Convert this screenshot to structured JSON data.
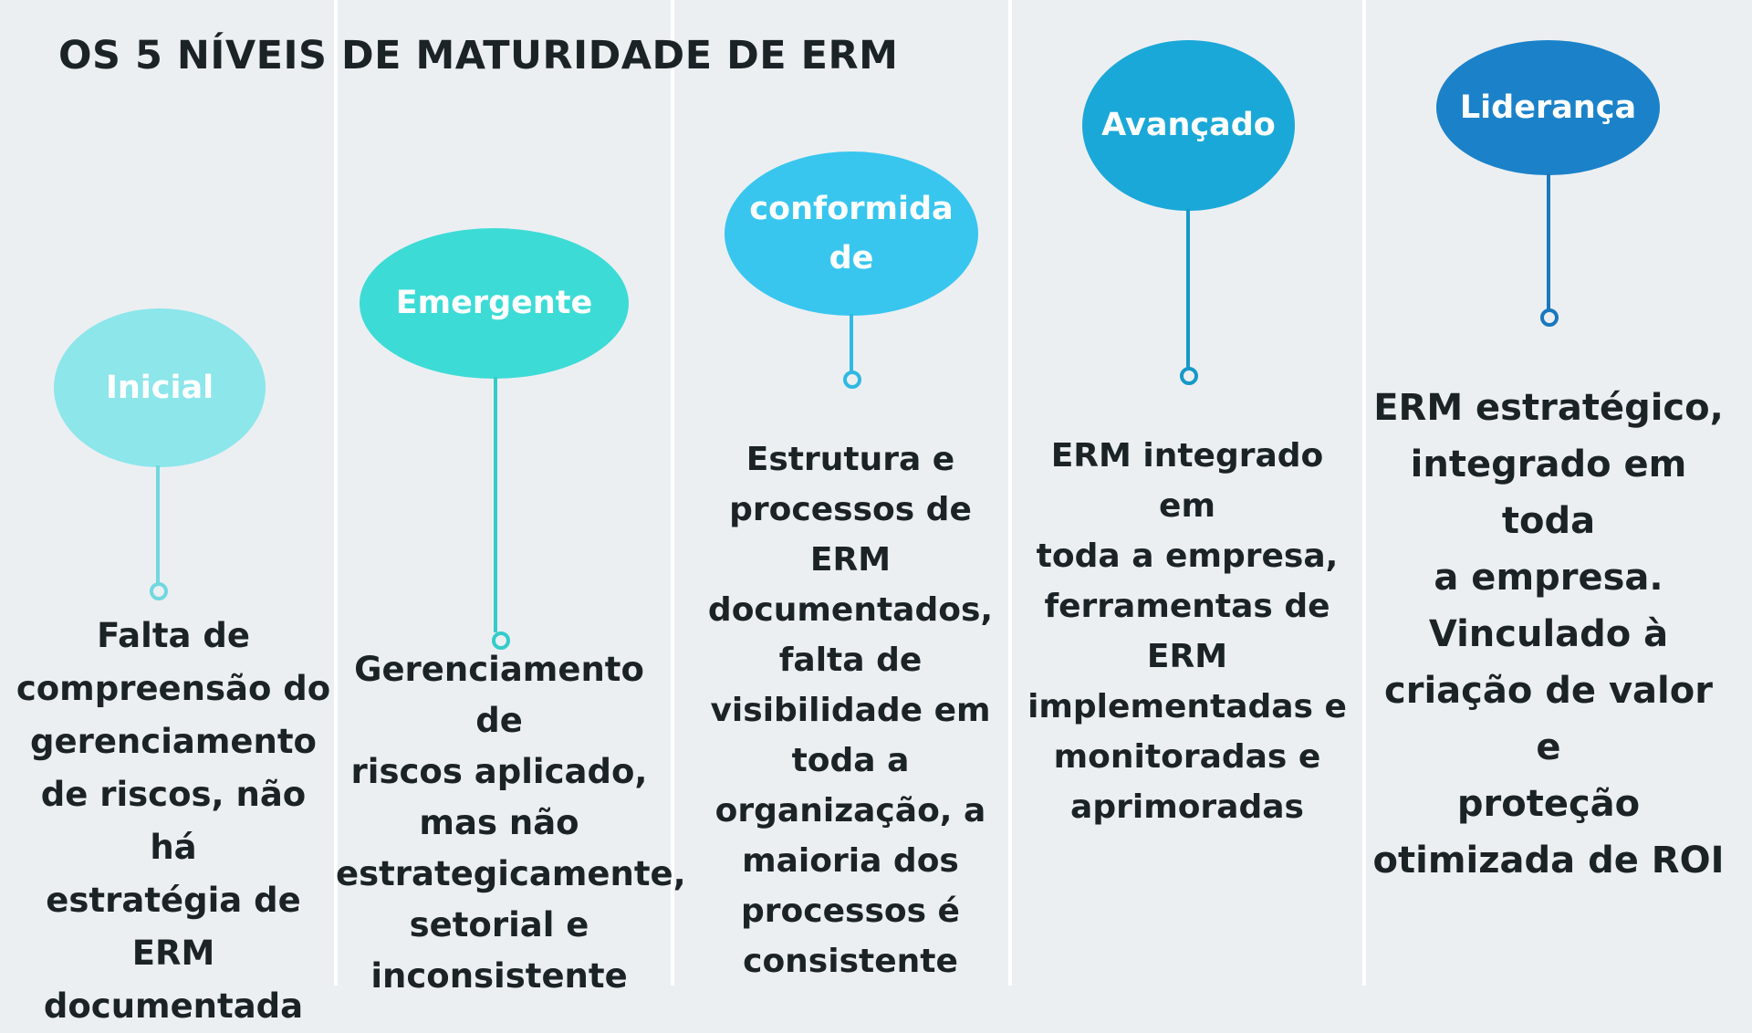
{
  "title": "OS 5 NÍVEIS DE MATURIDADE DE ERM",
  "levels": [
    {
      "name": "Inicial",
      "description": "Falta de\ncompreensão do\ngerenciamento\nde riscos, não há\nestratégia de\nERM\ndocumentada",
      "color": "#8ce6ea"
    },
    {
      "name": "Emergente",
      "description": "Gerenciamento de\nriscos aplicado,\nmas não\nestrategicamente,\nsetorial e\ninconsistente",
      "color": "#3ddbd6"
    },
    {
      "name": "conformida\nde",
      "description": "Estrutura e\nprocessos de\nERM\ndocumentados,\nfalta de\nvisibilidade em\ntoda a\norganização, a\nmaioria dos\nprocessos é\nconsistente",
      "color": "#38c6ef"
    },
    {
      "name": "Avançado",
      "description": "ERM integrado em\ntoda a empresa,\nferramentas de\nERM\nimplementadas e\nmonitoradas e\naprimoradas",
      "color": "#1aa8d8"
    },
    {
      "name": "Liderança",
      "description": "ERM estratégico,\nintegrado em toda\na empresa.\nVinculado à\ncriação de valor e\nproteção\notimizada de ROI",
      "color": "#1b82c9"
    }
  ]
}
